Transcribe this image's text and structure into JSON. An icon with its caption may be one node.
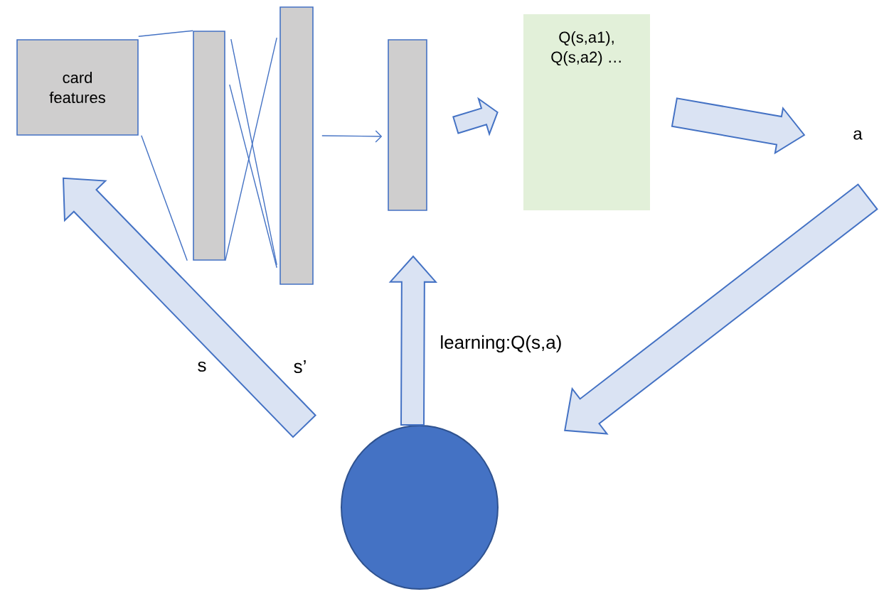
{
  "diagram": {
    "nodes": [
      {
        "text": [
          "card features"
        ]
      },
      {
        "text": [],
        "shape": "bar"
      },
      {
        "text": [],
        "shape": "bar"
      },
      {
        "text": [],
        "shape": "bar"
      },
      {
        "text": [
          "Q(s,a1), Q(s,a2) …"
        ]
      },
      {
        "text": [
          "a"
        ]
      },
      {
        "text": [],
        "shape": "circle"
      }
    ],
    "edges": [
      {
        "from": 0,
        "to": 1,
        "arrow": "none"
      },
      {
        "from": 0,
        "to": 1,
        "arrow": "none"
      },
      {
        "from": 1,
        "to": 2,
        "arrow": "none"
      },
      {
        "from": 1,
        "to": 2,
        "arrow": "none"
      },
      {
        "from": 1,
        "to": 2,
        "arrow": "none"
      },
      {
        "from": 2,
        "to": 3,
        "arrow": "to"
      },
      {
        "from": 3,
        "to": 4,
        "arrow": "to",
        "style": "thick"
      },
      {
        "from": 4,
        "to": 5,
        "arrow": "to",
        "style": "thick"
      },
      {
        "from": 5,
        "to": 6,
        "arrow": "to",
        "style": "thick"
      },
      {
        "from": 6,
        "to": 3,
        "arrow": "to",
        "style": "thick",
        "label": "learning:Q(s,a)"
      },
      {
        "from": 6,
        "to": 0,
        "arrow": "to",
        "style": "thick"
      }
    ],
    "labels": [
      "s",
      "s’"
    ]
  }
}
